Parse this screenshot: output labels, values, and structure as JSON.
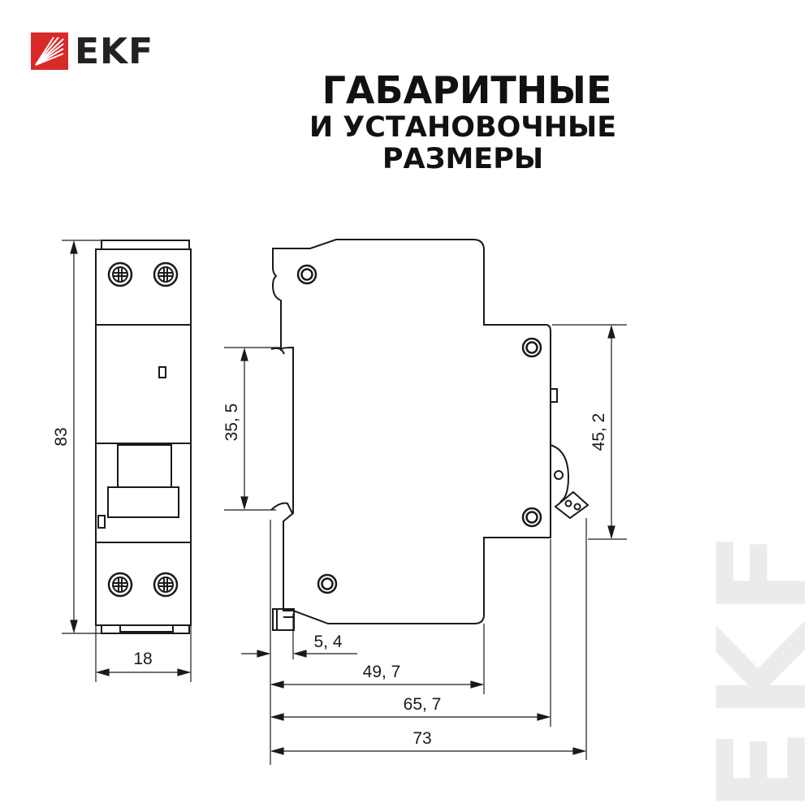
{
  "brand": {
    "logo_text": "EKF",
    "watermark_text": "EKF",
    "accent_color": "#d92a2a"
  },
  "title": {
    "line1": "ГАБАРИТНЫЕ",
    "line2": "И УСТАНОВОЧНЫЕ",
    "line3": "РАЗМЕРЫ"
  },
  "dimensions": {
    "height_overall": "83",
    "width_front": "18",
    "din_rail_height": "35, 5",
    "front_part_height": "45, 2",
    "clip_offset": "5, 4",
    "depth_body": "49, 7",
    "depth_front": "65, 7",
    "depth_overall": "73"
  }
}
